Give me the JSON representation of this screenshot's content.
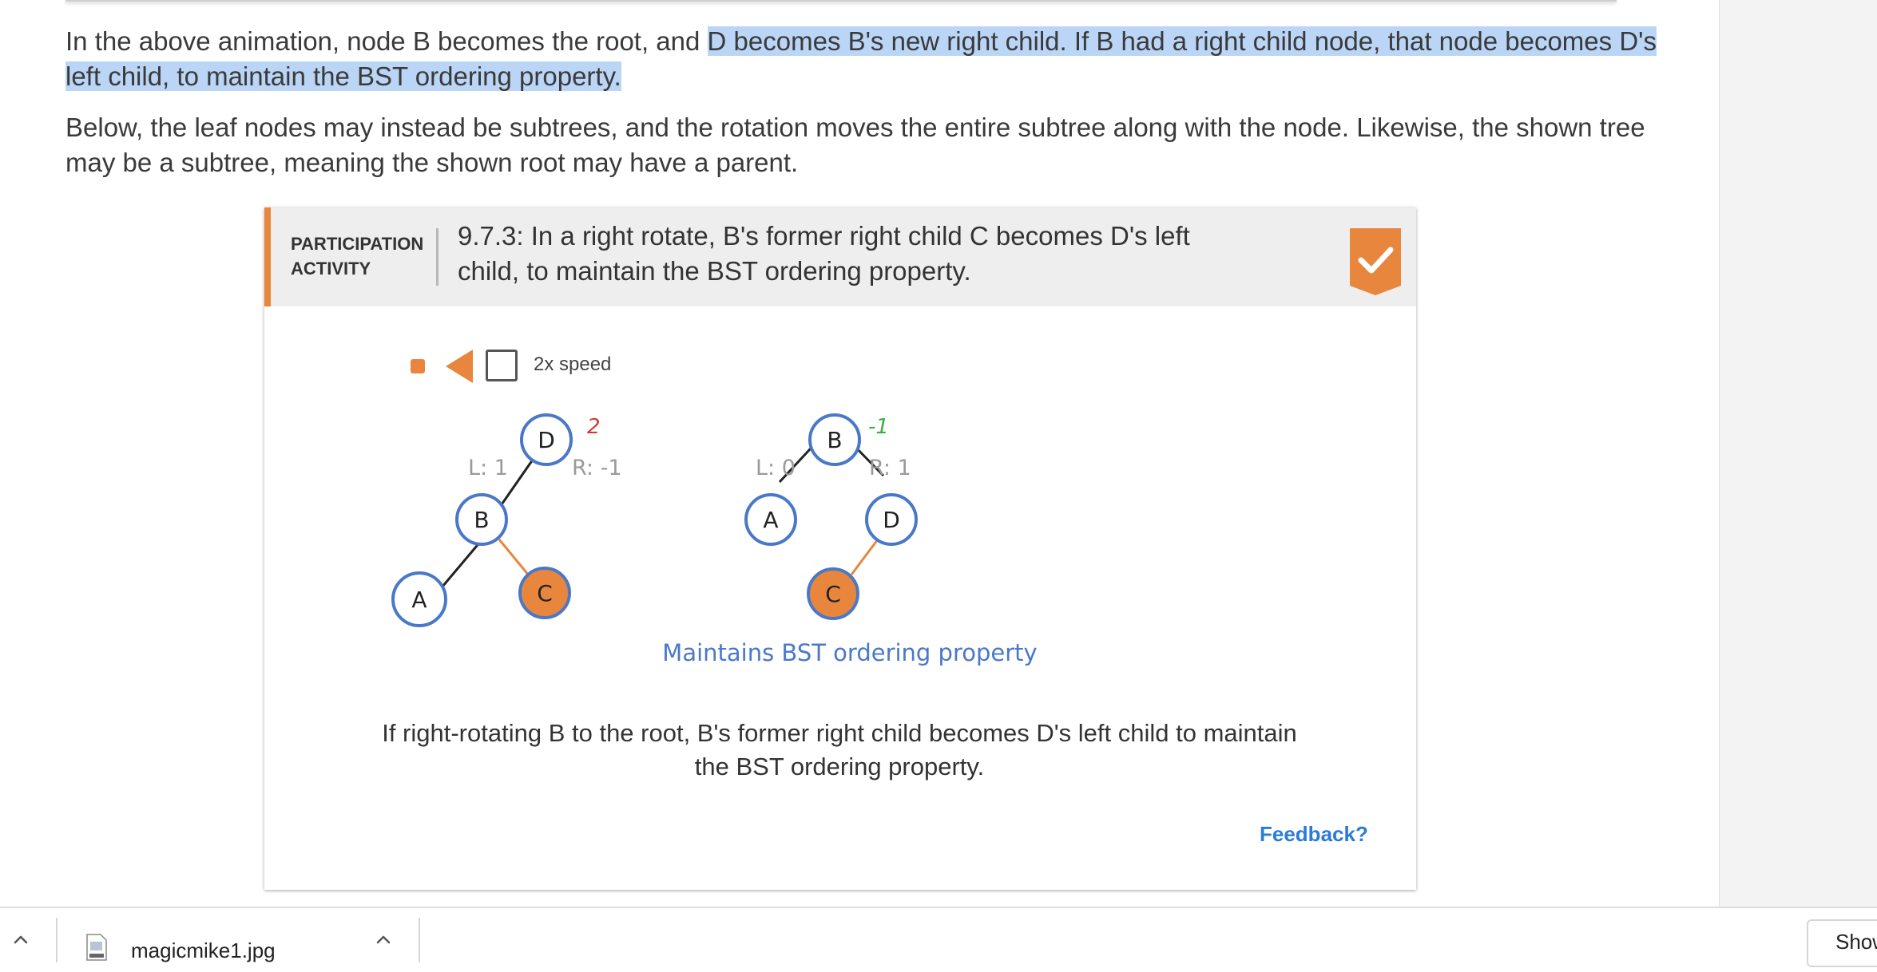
{
  "content": {
    "paragraph1": {
      "before": "In the above animation, node B becomes the root, and ",
      "highlighted": "D becomes B's new right child. If B had a right child node, that node becomes D's left child, to maintain the BST ordering property."
    },
    "paragraph2": "Below, the leaf nodes may instead be subtrees, and the rotation moves the entire subtree along with the node. Likewise, the shown tree may be a subtree, meaning the shown root may have a parent."
  },
  "activity": {
    "tag": "PARTICIPATION ACTIVITY",
    "title": "9.7.3: In a right rotate, B's former right child C becomes D's left child, to maintain the BST ordering property.",
    "speed_label": "2x speed",
    "caption": "If right-rotating B to the root, B's former right child becomes D's left child to maintain the BST ordering property.",
    "feedback": "Feedback?",
    "diagram": {
      "left_tree": {
        "root": "D",
        "root_balance": "2",
        "left_label": "L: 1",
        "right_label": "R: -1",
        "node_b": "B",
        "node_a": "A",
        "node_c": "C"
      },
      "right_tree": {
        "root": "B",
        "root_balance": "-1",
        "left_label": "L: 0",
        "right_label": "R: 1",
        "node_a": "A",
        "node_d": "D",
        "node_c": "C"
      },
      "note": "Maintains BST ordering property"
    },
    "colors": {
      "accent": "#e8863d",
      "node_border": "#4a78c9",
      "balance_red": "#d43b2f",
      "balance_green": "#3cae3c",
      "note_blue": "#4a78c9"
    }
  },
  "downloads": {
    "file_name": "magicmike1.jpg",
    "file_icon": "jpg-file-icon",
    "show_all_label": "Show all"
  }
}
